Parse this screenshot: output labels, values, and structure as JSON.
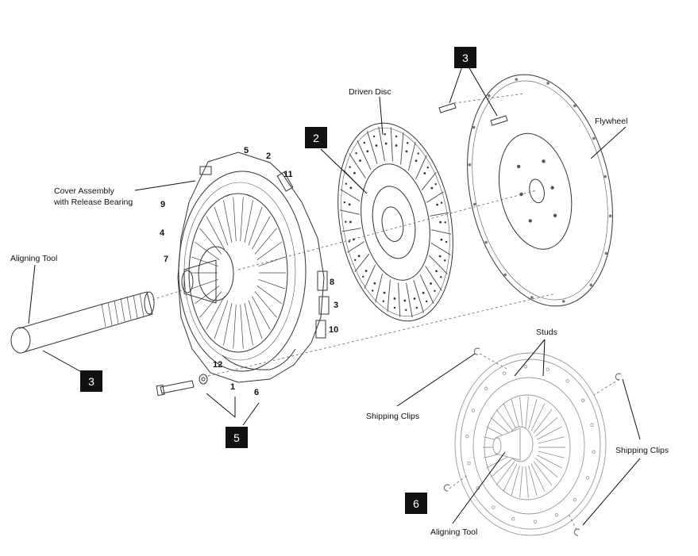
{
  "labels": {
    "driven_disc": "Driven Disc",
    "flywheel": "Flywheel",
    "cover_assembly_line1": "Cover Assembly",
    "cover_assembly_line2": "with Release Bearing",
    "aligning_tool_left": "Aligning Tool",
    "studs": "Studs",
    "shipping_clips_left": "Shipping Clips",
    "shipping_clips_right": "Shipping Clips",
    "aligning_tool_bottom": "Aligning Tool"
  },
  "part_numbers": [
    "5",
    "2",
    "11",
    "9",
    "4",
    "7",
    "8",
    "3",
    "10",
    "12",
    "1",
    "6"
  ],
  "callouts": [
    "3",
    "2",
    "3",
    "5",
    "6"
  ],
  "colors": {
    "callout_bg": "#111111",
    "callout_text": "#ffffff",
    "line": "#333333"
  }
}
